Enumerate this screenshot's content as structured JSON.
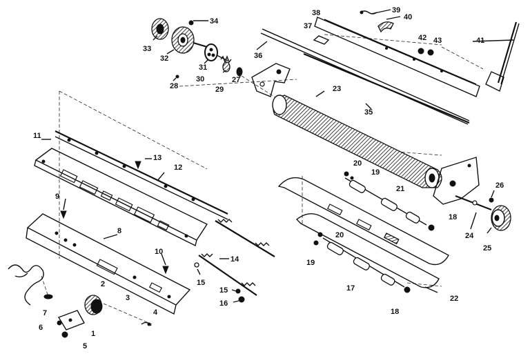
{
  "diagram": {
    "labels": [
      {
        "id": "p1",
        "text": "1"
      },
      {
        "id": "p2",
        "text": "2"
      },
      {
        "id": "p3",
        "text": "3"
      },
      {
        "id": "p4",
        "text": "4"
      },
      {
        "id": "p5",
        "text": "5"
      },
      {
        "id": "p6",
        "text": "6"
      },
      {
        "id": "p7",
        "text": "7"
      },
      {
        "id": "p8",
        "text": "8"
      },
      {
        "id": "p9",
        "text": "9"
      },
      {
        "id": "p10",
        "text": "10"
      },
      {
        "id": "p11",
        "text": "11"
      },
      {
        "id": "p12",
        "text": "12"
      },
      {
        "id": "p13",
        "text": "13"
      },
      {
        "id": "p14",
        "text": "14"
      },
      {
        "id": "p15a",
        "text": "15"
      },
      {
        "id": "p15b",
        "text": "15"
      },
      {
        "id": "p16",
        "text": "16"
      },
      {
        "id": "p17",
        "text": "17"
      },
      {
        "id": "p18a",
        "text": "18"
      },
      {
        "id": "p18b",
        "text": "18"
      },
      {
        "id": "p19a",
        "text": "19"
      },
      {
        "id": "p19b",
        "text": "19"
      },
      {
        "id": "p20a",
        "text": "20"
      },
      {
        "id": "p20b",
        "text": "20"
      },
      {
        "id": "p21",
        "text": "21"
      },
      {
        "id": "p22",
        "text": "22"
      },
      {
        "id": "p23",
        "text": "23"
      },
      {
        "id": "p24",
        "text": "24"
      },
      {
        "id": "p25",
        "text": "25"
      },
      {
        "id": "p26",
        "text": "26"
      },
      {
        "id": "p27",
        "text": "27"
      },
      {
        "id": "p28",
        "text": "28"
      },
      {
        "id": "p29",
        "text": "29"
      },
      {
        "id": "p30",
        "text": "30"
      },
      {
        "id": "p31",
        "text": "31"
      },
      {
        "id": "p32",
        "text": "32"
      },
      {
        "id": "p33",
        "text": "33"
      },
      {
        "id": "p34",
        "text": "34"
      },
      {
        "id": "p35",
        "text": "35"
      },
      {
        "id": "p36",
        "text": "36"
      },
      {
        "id": "p37",
        "text": "37"
      },
      {
        "id": "p38",
        "text": "38"
      },
      {
        "id": "p39",
        "text": "39"
      },
      {
        "id": "p40",
        "text": "40"
      },
      {
        "id": "p41",
        "text": "41"
      },
      {
        "id": "p42",
        "text": "42"
      },
      {
        "id": "p43",
        "text": "43"
      }
    ]
  },
  "colors": {
    "ink": "#111111",
    "paper": "#ffffff"
  }
}
